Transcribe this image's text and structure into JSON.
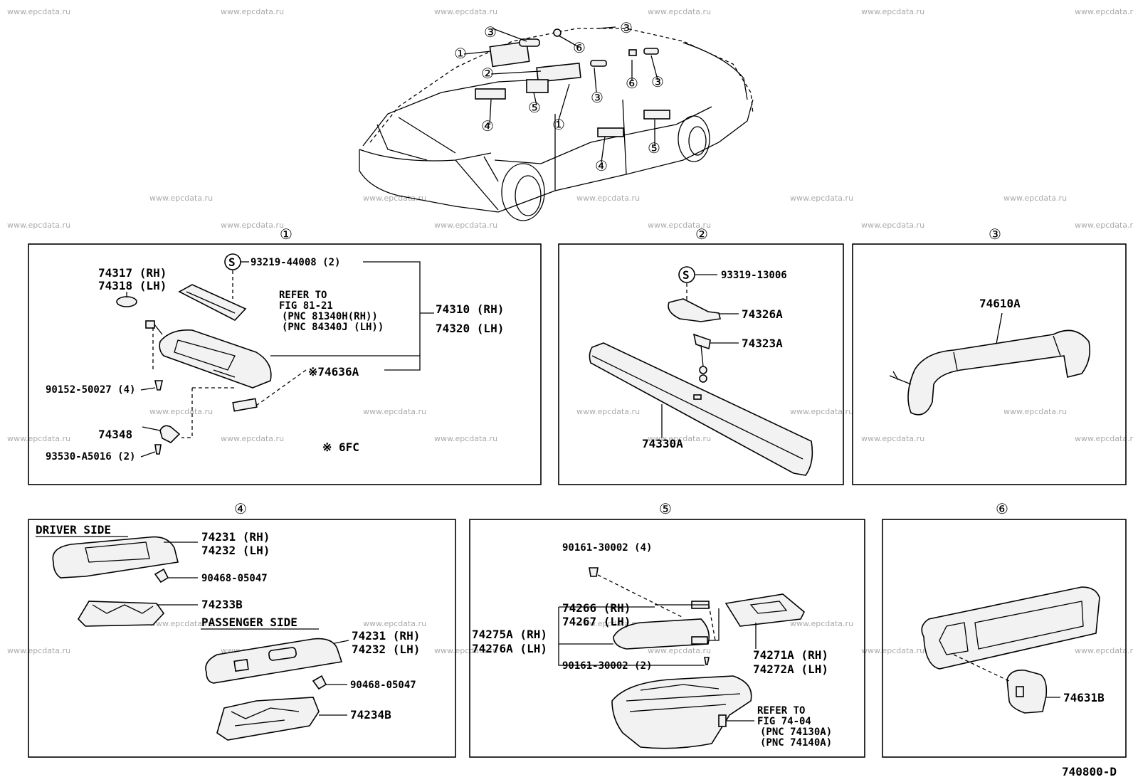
{
  "watermark": "www.epcdata.ru",
  "diagram_id": "740800-D",
  "section_markers": [
    "①",
    "②",
    "③",
    "④",
    "⑤",
    "⑥"
  ],
  "section_shorts": [
    "1",
    "2",
    "3",
    "4",
    "5",
    "6"
  ],
  "s_symbol": "S",
  "sections": {
    "s1": {
      "labels": {
        "p74317": "74317 (RH)",
        "p74318": "74318 (LH)",
        "p93219": "93219-44008 (2)",
        "refer1": "REFER TO",
        "refer2": "FIG 81-21",
        "refer3": "(PNC 81340H(RH))",
        "refer4": "(PNC 84340J (LH))",
        "p74310": "74310 (RH)",
        "p74320": "74320 (LH)",
        "p74636": "※74636A",
        "p90152": "90152-50027 (4)",
        "p74348": "74348",
        "p93530": "93530-A5016 (2)",
        "note": "※  6FC"
      }
    },
    "s2": {
      "labels": {
        "p93319": "93319-13006",
        "p74326": "74326A",
        "p74323": "74323A",
        "p74330": "74330A"
      }
    },
    "s3": {
      "labels": {
        "p74610": "74610A"
      }
    },
    "s4": {
      "labels": {
        "driver": "DRIVER SIDE",
        "p74231": "74231 (RH)",
        "p74232": "74232 (LH)",
        "p90468": "90468-05047",
        "p74233": "74233B",
        "passenger": "PASSENGER SIDE",
        "p74231b": "74231 (RH)",
        "p74232b": "74232 (LH)",
        "p90468b": "90468-05047",
        "p74234": "74234B"
      }
    },
    "s5": {
      "labels": {
        "p90161a": "90161-30002 (4)",
        "p74266": "74266 (RH)",
        "p74267": "74267 (LH)",
        "p74275": "74275A (RH)",
        "p74276": "74276A (LH)",
        "p90161b": "90161-30002 (2)",
        "p74271": "74271A (RH)",
        "p74272": "74272A (LH)",
        "refer1": "REFER TO",
        "refer2": "FIG 74-04",
        "refer3": "(PNC 74130A)",
        "refer4": "(PNC 74140A)"
      }
    },
    "s6": {
      "labels": {
        "p74631": "74631B"
      }
    }
  }
}
